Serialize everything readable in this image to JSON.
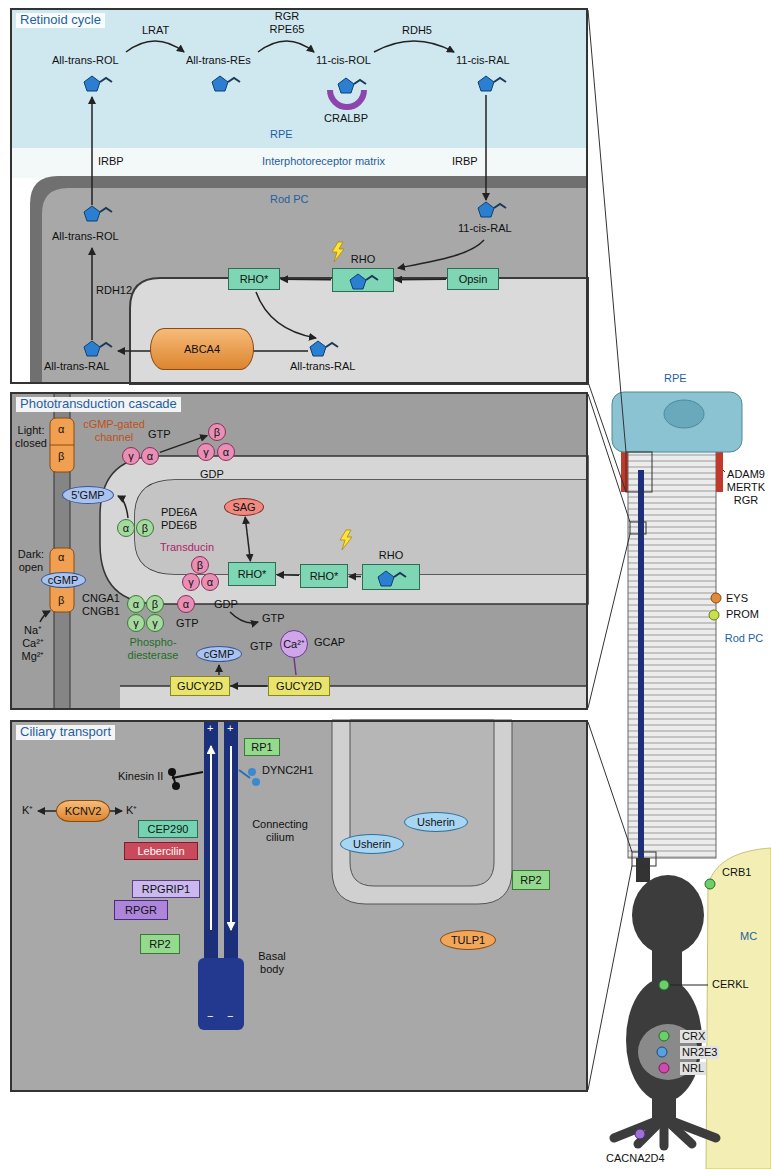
{
  "diagram": {
    "nodes": [
      {
        "text": [
          "Retinoid cycle"
        ]
      },
      {
        "text": [
          "RHO*"
        ],
        "in": 0
      },
      {
        "text": [
          "RHO"
        ],
        "in": 0
      },
      {
        "text": [
          "Opsin"
        ],
        "in": 0
      },
      {
        "text": [
          "ABCA4"
        ],
        "in": 0
      },
      {
        "text": [
          "Phototransduction cascade"
        ]
      },
      {
        "text": [
          "γ"
        ],
        "in": 5
      },
      {
        "text": [
          "α"
        ],
        "in": 5
      },
      {
        "text": [
          "β"
        ],
        "in": 5
      },
      {
        "text": [
          "γ"
        ],
        "in": 5
      },
      {
        "text": [
          "α"
        ],
        "in": 5
      },
      {
        "text": [
          "5'GMP"
        ],
        "in": 5
      },
      {
        "text": [
          "α"
        ],
        "in": 5
      },
      {
        "text": [
          "β"
        ],
        "in": 5
      },
      {
        "text": [
          "SAG"
        ],
        "in": 5
      },
      {
        "text": [
          "β"
        ],
        "in": 5
      },
      {
        "text": [
          "γ"
        ],
        "in": 5
      },
      {
        "text": [
          "α"
        ],
        "in": 5
      },
      {
        "text": [
          "RHO*"
        ],
        "in": 5
      },
      {
        "text": [
          "RHO*"
        ],
        "in": 5
      },
      {
        "text": [
          "RHO"
        ],
        "in": 5
      },
      {
        "text": [
          "cGMP"
        ],
        "in": 5
      },
      {
        "text": [
          "α"
        ],
        "in": 5
      },
      {
        "text": [
          "β"
        ],
        "in": 5
      },
      {
        "text": [
          "γ"
        ],
        "in": 5
      },
      {
        "text": [
          "γ"
        ],
        "in": 5
      },
      {
        "text": [
          "α"
        ],
        "in": 5
      },
      {
        "text": [
          "cGMP"
        ],
        "in": 5
      },
      {
        "text": [
          "Ca²⁺"
        ],
        "in": 5
      },
      {
        "text": [
          "GUCY2D"
        ],
        "in": 5
      },
      {
        "text": [
          "GUCY2D"
        ],
        "in": 5
      },
      {
        "text": [
          "Ciliary transport"
        ]
      },
      {
        "text": [
          "KCNV2"
        ],
        "in": 31
      },
      {
        "text": [
          "RP1"
        ],
        "in": 31
      },
      {
        "text": [
          "CEP290"
        ],
        "in": 31
      },
      {
        "text": [
          "Lebercilin"
        ],
        "in": 31
      },
      {
        "text": [
          "RPGRIP1"
        ],
        "in": 31
      },
      {
        "text": [
          "RPGR"
        ],
        "in": 31
      },
      {
        "text": [
          "RP2"
        ],
        "in": 31
      },
      {
        "text": [
          "Usherin"
        ],
        "in": 31
      },
      {
        "text": [
          "Usherin"
        ],
        "in": 31
      },
      {
        "text": [
          "RP2"
        ],
        "in": 31
      },
      {
        "text": [
          "TULP1"
        ],
        "in": 31
      }
    ],
    "edges": [
      {
        "from": 3,
        "to": 2,
        "arrow": "to"
      },
      {
        "from": 2,
        "to": 1,
        "arrow": "to"
      },
      {
        "from": 20,
        "to": 19,
        "arrow": "to"
      },
      {
        "from": 19,
        "to": 18,
        "arrow": "to"
      },
      {
        "from": 14,
        "to": 18,
        "arrow": "both"
      },
      {
        "from": 30,
        "to": 29,
        "arrow": "to"
      },
      {
        "from": 7,
        "to": 8,
        "arrow": "to"
      }
    ],
    "labels": [
      "RPE",
      "All-trans-ROL",
      "LRAT",
      "All-trans-REs",
      "RGR RPE65",
      "11-cis-ROL",
      "CRALBP",
      "RDH5",
      "11-cis-RAL",
      "IRBP",
      "Interphotoreceptor matrix",
      "IRBP",
      "Rod PC",
      "All-trans-ROL",
      "RDH12",
      "11-cis-RAL",
      "All-trans-RAL",
      "All-trans-RAL",
      "Light: closed",
      "cGMP-gated channel",
      "α",
      "β",
      "GTP",
      "GDP",
      "PDE6A PDE6B",
      "Transducin",
      "Dark: open",
      "α",
      "β",
      "CNGA1 CNGB1",
      "Na⁺ Ca²⁺ Mg²⁺",
      "Phospho- diesterase",
      "GTP",
      "GDP",
      "GTP",
      "GTP",
      "GCAP",
      "Kinesin II",
      "DYNC2H1",
      "K⁺",
      "K⁺",
      "Connecting cilium",
      "Basal body",
      "RPE",
      "ADAM9 MERTK RGR",
      "EYS",
      "PROM",
      "Rod PC",
      "CRB1",
      "MC",
      "CERKL",
      "CRX",
      "NR2E3",
      "NRL",
      "CACNA2D4",
      "+",
      "+",
      "−",
      "−"
    ]
  }
}
